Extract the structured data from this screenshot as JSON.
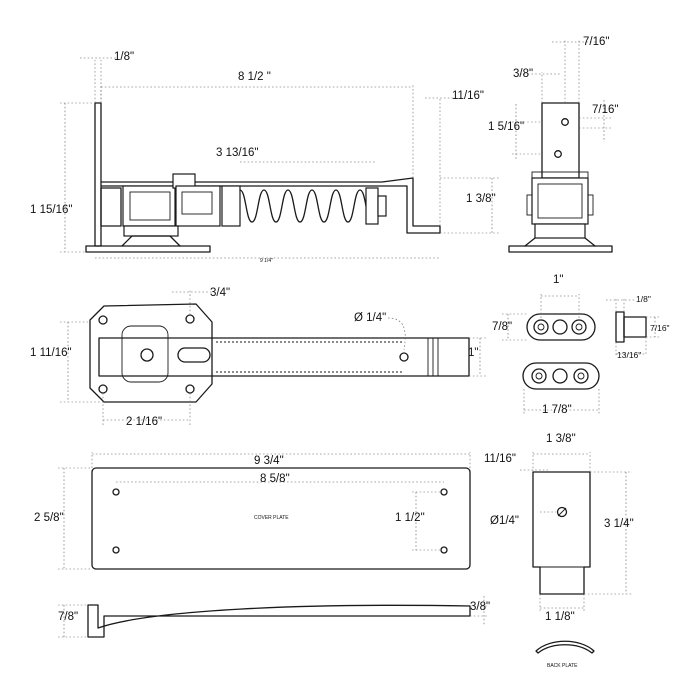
{
  "dimensions": {
    "front_wall": "1/8\"",
    "front_length": "8 1/2 \"",
    "front_right_offset": "11/16\"",
    "front_spring": "3 13/16\"",
    "front_height": "1 15/16\"",
    "front_right_height": "1 3/8\"",
    "front_base_length": "9 1/4\"",
    "side_top": "7/16\"",
    "side_left": "3/8\"",
    "side_hole": "7/16\"",
    "side_slot": "1 5/16\"",
    "top_offset": "3/4\"",
    "top_hole": "Ø 1/4\"",
    "top_height": "1 11/16\"",
    "top_arm": "1\"",
    "top_hole_spacing": "2  1/16\"",
    "washer_spacing": "1\"",
    "washer_height": "7/8\"",
    "washer_length": "1 7/8\"",
    "pin_head": "1/8\"",
    "pin_dia": "7/16\"",
    "pin_len": "13/16\"",
    "plate_length": "9 3/4\"",
    "plate_hole_spacing": "8 5/8\"",
    "plate_height": "2 5/8\"",
    "plate_hole_vertical": "1 1/2\"",
    "plate_side_height": "7/8\"",
    "plate_thickness": "3/8\"",
    "bracket_top": "1 3/8\"",
    "bracket_left": "11/16\"",
    "bracket_hole": "Ø1/4\"",
    "bracket_height": "3 1/4\"",
    "bracket_bottom": "1 1/8\""
  },
  "labels": {
    "cover_plate": "COVER PLATE",
    "back_plate": "BACK PLATE"
  }
}
